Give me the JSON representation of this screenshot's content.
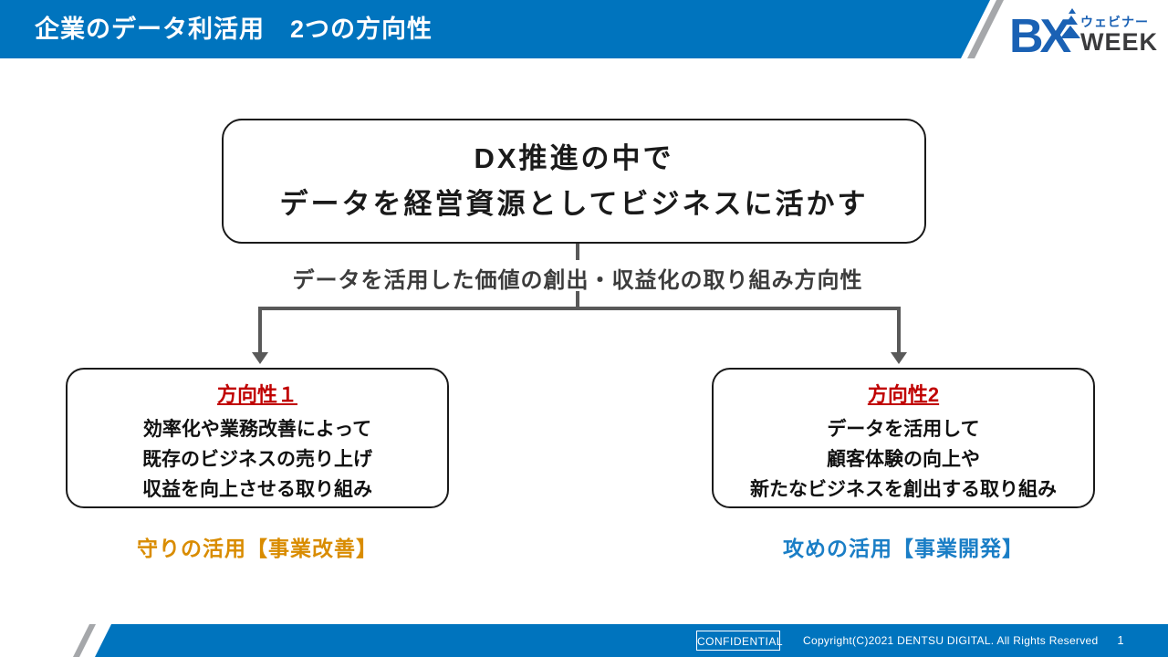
{
  "slide": {
    "header": {
      "title": "企業のデータ利活用　2つの方向性"
    },
    "logo": {
      "bx": "BX",
      "webinar": "ウェビナー",
      "week": "WEEK"
    },
    "main_box": {
      "line1": "DX推進の中で",
      "line2": "データを経営資源としてビジネスに活かす"
    },
    "connector_label": "データを活用した価値の創出・収益化の取り組み方向性",
    "directions": [
      {
        "title": "方向性１",
        "lines": [
          "効率化や業務改善によって",
          "既存のビジネスの売り上げ",
          "収益を向上させる取り組み"
        ],
        "summary": "守りの活用【事業改善】"
      },
      {
        "title": "方向性2",
        "lines": [
          "データを活用して",
          "顧客体験の向上や",
          "新たなビジネスを創出する取り組み"
        ],
        "summary": "攻めの活用【事業開発】"
      }
    ],
    "footer": {
      "confidential": "CONFIDENTIAL",
      "copyright": "Copyright(C)2021 DENTSU DIGITAL. All Rights Reserved",
      "page": "1"
    }
  },
  "colors": {
    "bar_blue": "#0074BE",
    "stripe_gray": "#A5A7AA",
    "connector_gray": "#595959",
    "connector_label_gray": "#3C3C3C",
    "direction_title_red": "#C00000",
    "defense_orange": "#D98C00",
    "offense_blue": "#1A7EC6",
    "logo_blue": "#1A61B4",
    "logo_dark": "#3A3A3C"
  }
}
